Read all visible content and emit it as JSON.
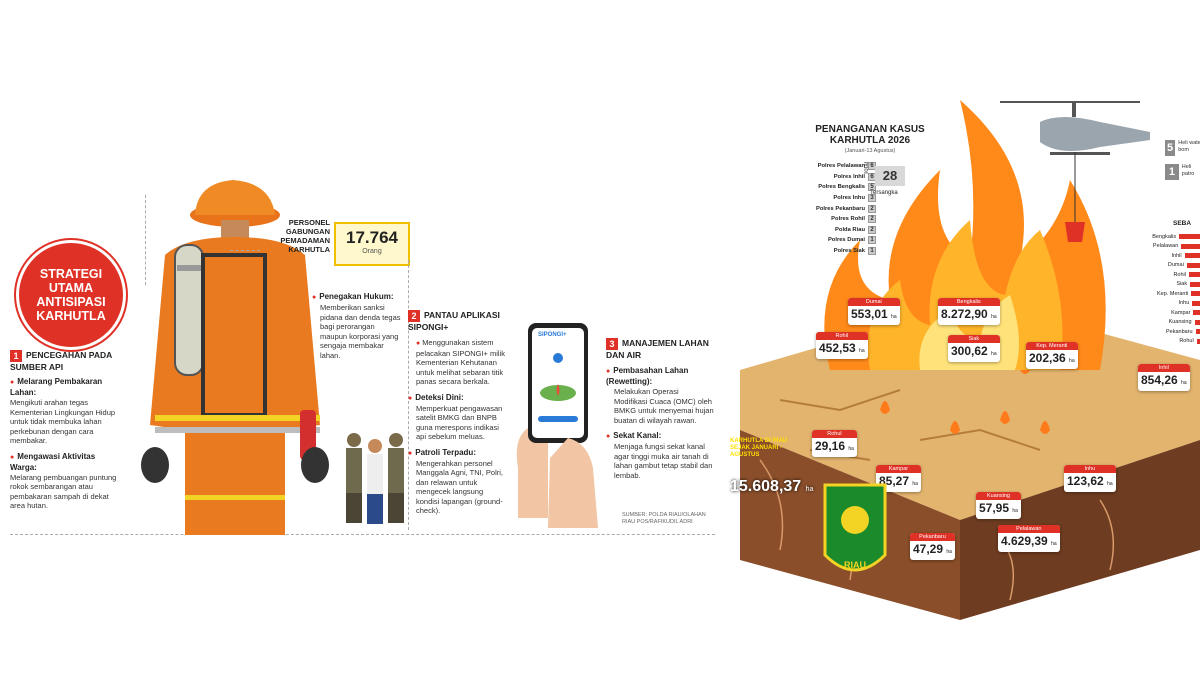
{
  "strategy": {
    "badge_title": "STRATEGI UTAMA ANTISIPASI KARHUTLA",
    "personel": {
      "label": "PERSONEL GABUNGAN PEMADAMAN KARHUTLA",
      "value": "17.764",
      "unit": "Orang"
    },
    "step1": {
      "number": "1",
      "heading": "PENCEGAHAN PADA SUMBER API",
      "items": [
        {
          "title": "Melarang Pembakaran Lahan:",
          "body": "Mengikuti arahan tegas Kementerian Lingkungan Hidup untuk tidak membuka lahan perkebunan dengan cara membakar."
        },
        {
          "title": "Mengawasi Aktivitas Warga:",
          "body": "Melarang pembuangan puntung rokok sembarangan atau pembakaran sampah di dekat area hutan."
        }
      ]
    },
    "penegakan": {
      "title": "Penegakan Hukum:",
      "body": "Memberikan sanksi pidana dan denda tegas bagi perorangan maupun korporasi yang sengaja membakar lahan."
    },
    "step2": {
      "number": "2",
      "heading": "PANTAU APLIKASI SIPONGI+",
      "items": [
        {
          "title": "",
          "body": "Menggunakan sistem pelacakan SIPONGI+ milik Kementerian Kehutanan untuk melihat sebaran titik panas secara berkala."
        },
        {
          "title": "Deteksi Dini:",
          "body": "Memperkuat pengawasan satelit BMKG dan BNPB guna merespons indikasi api sebelum meluas."
        },
        {
          "title": "Patroli Terpadu:",
          "body": "Mengerahkan personel Manggala Agni, TNI, Polri, dan relawan untuk mengecek langsung kondisi lapangan (ground-check)."
        }
      ]
    },
    "step3": {
      "number": "3",
      "heading": "MANAJEMEN LAHAN DAN AIR",
      "items": [
        {
          "title": "Pembasahan Lahan (Rewetting):",
          "body": "Melakukan Operasi Modifikasi Cuaca (OMC) oleh BMKG untuk menyemai hujan buatan di wilayah rawan."
        },
        {
          "title": "Sekat Kanal:",
          "body": "Menjaga fungsi sekat kanal agar tinggi muka air tanah di lahan gambut tetap stabil dan lembab."
        }
      ]
    },
    "phone_app": "SIPONGI+",
    "source": "SUMBER: POLDA RIAU/OLAHAN RIAU POS/RAFIKUDIL ADRI"
  },
  "cases": {
    "title": "PENANGANAN KASUS KARHUTLA 2026",
    "subtitle": "(Januari-13 Agustus)",
    "polres": [
      {
        "name": "Polres Pelalawan",
        "count": "6"
      },
      {
        "name": "Polres Inhil",
        "count": "6"
      },
      {
        "name": "Polres Bengkalis",
        "count": "5"
      },
      {
        "name": "Polres Inhu",
        "count": "3"
      },
      {
        "name": "Polres Pekanbaru",
        "count": "2"
      },
      {
        "name": "Polres Rohil",
        "count": "2"
      },
      {
        "name": "Polda Riau",
        "count": "2"
      },
      {
        "name": "Polres Dumai",
        "count": "1"
      },
      {
        "name": "Polres Siak",
        "count": "1"
      }
    ],
    "total_label": "Total",
    "total": "28",
    "total_unit": "Tersangka",
    "heli": [
      {
        "count": "5",
        "text": "Heli water bom"
      },
      {
        "count": "1",
        "text": "Heli patro"
      }
    ],
    "seb_heading": "SEBA",
    "seb_list": [
      {
        "name": "Bengkalis",
        "bar": 0.95
      },
      {
        "name": "Pelalawan",
        "bar": 0.85
      },
      {
        "name": "Inhil",
        "bar": 0.7
      },
      {
        "name": "Dumai",
        "bar": 0.6
      },
      {
        "name": "Rohil",
        "bar": 0.5
      },
      {
        "name": "Siak",
        "bar": 0.45
      },
      {
        "name": "Kep. Meranti",
        "bar": 0.4
      },
      {
        "name": "Inhu",
        "bar": 0.35
      },
      {
        "name": "Kampar",
        "bar": 0.3
      },
      {
        "name": "Kuansing",
        "bar": 0.25
      },
      {
        "name": "Pekanbaru",
        "bar": 0.2
      },
      {
        "name": "Rohul",
        "bar": 0.15
      }
    ],
    "karhutla_label": "KARHUTLA DI RIAU SEJAK JANUARI - AGUSTUS",
    "karhutla_total": "15.608,37",
    "karhutla_unit": "ha",
    "regions": [
      {
        "name": "Dumai",
        "value": "553,01",
        "unit": "ha"
      },
      {
        "name": "Bengkalis",
        "value": "8.272,90",
        "unit": "ha"
      },
      {
        "name": "Rohil",
        "value": "452,53",
        "unit": "ha"
      },
      {
        "name": "Siak",
        "value": "300,62",
        "unit": "ha"
      },
      {
        "name": "Kep. Meranti",
        "value": "202,36",
        "unit": "ha"
      },
      {
        "name": "Inhil",
        "value": "854,26",
        "unit": "ha"
      },
      {
        "name": "Rohul",
        "value": "29,16",
        "unit": "ha"
      },
      {
        "name": "Kampar",
        "value": "85,27",
        "unit": "ha"
      },
      {
        "name": "Inhu",
        "value": "123,62",
        "unit": "ha"
      },
      {
        "name": "Kuansing",
        "value": "57,95",
        "unit": "ha"
      },
      {
        "name": "Pekanbaru",
        "value": "47,29",
        "unit": "ha"
      },
      {
        "name": "Pelalawan",
        "value": "4.629,39",
        "unit": "ha"
      }
    ],
    "seal_text": "RIAU"
  }
}
